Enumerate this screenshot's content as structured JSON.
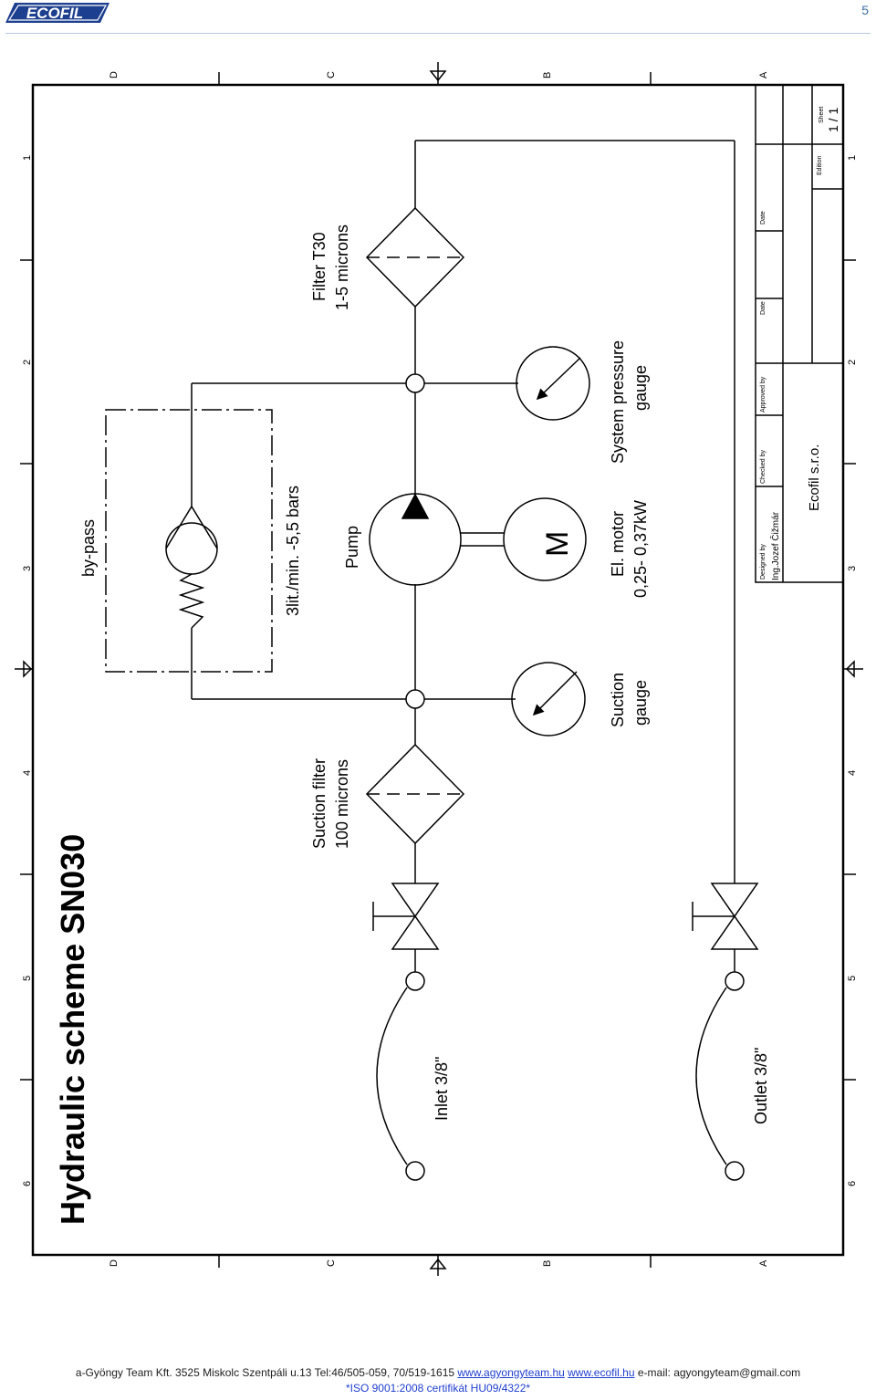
{
  "header": {
    "logo_text": "ECOFIL",
    "page_number": "5"
  },
  "scheme": {
    "title": "Hydraulic scheme SN030",
    "frame_columns": [
      "1",
      "2",
      "3",
      "4",
      "5",
      "6"
    ],
    "frame_rows": [
      "D",
      "C",
      "B",
      "A"
    ],
    "components": {
      "bypass": "by-pass",
      "bypass_spec": "3lit./min. -5,5 bars",
      "pump": "Pump",
      "filter_line1": "Filter T30",
      "filter_line2": "1-5 microns",
      "suction_filter_line1": "Suction filter",
      "suction_filter_line2": "100 microns",
      "system_gauge_line1": "System pressure",
      "system_gauge_line2": "gauge",
      "motor_line1": "El. motor",
      "motor_line2": "0,25- 0,37kW",
      "suction_gauge_line1": "Suction",
      "suction_gauge_line2": "gauge",
      "motor_symbol": "M",
      "inlet": "Inlet 3/8\"",
      "outlet": "Outlet 3/8\""
    },
    "title_block": {
      "sheet_label": "Sheet",
      "sheet_value": "1 / 1",
      "edition_label": "Edition",
      "date_label": "Date",
      "approved_label": "Approved by",
      "checked_label": "Checked by",
      "designed_label": "Designed by",
      "designer": "Ing.Jozef Čižmár",
      "company": "Ecofil s.r.o."
    }
  },
  "footer": {
    "company": "a-Gyöngy Team Kft. 3525 Miskolc  Szentpáli u.13  Tel:46/505-059, 70/519-1615",
    "link1": "www.agyongyteam.hu",
    "link2": "www.ecofil.hu",
    "email": "e-mail: agyongyteam@gmail.com",
    "certificate": "*ISO 9001:2008  certifikát HU09/4322*"
  }
}
